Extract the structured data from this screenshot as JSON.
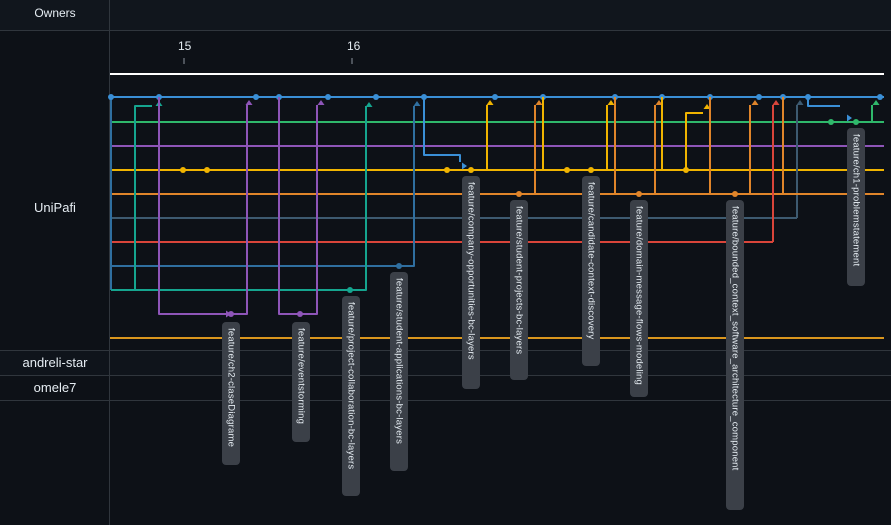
{
  "header": {
    "owners_label": "Owners"
  },
  "timeline": {
    "ticks": [
      "15",
      "16"
    ]
  },
  "owners": [
    {
      "name": "UniPafi"
    },
    {
      "name": "andreli-star"
    },
    {
      "name": "omele7"
    }
  ],
  "colors": {
    "background": "#0d1117",
    "panel": "#11161d",
    "border": "#30363d",
    "main": "#3a8fd6",
    "green": "#2fb86b",
    "purple": "#8e55b8",
    "yellow": "#f0b400",
    "orange": "#e0852a",
    "slate": "#3d5a70",
    "red": "#d9453a",
    "steel": "#2f6fa0",
    "teal": "#15a58f",
    "amber_bottom": "#d9961e",
    "tag": "#3b4048"
  },
  "branches": [
    {
      "label": "feature/ch2-claseDiagrame"
    },
    {
      "label": "feature/eventstorming"
    },
    {
      "label": "feature/project-collaboration-bc-layers"
    },
    {
      "label": "feature/student-applications-bc-layers"
    },
    {
      "label": "feature/company-opportunities-bc-layers"
    },
    {
      "label": "feature/student-projects-bc-layers"
    },
    {
      "label": "feature/candidate-context-discovery"
    },
    {
      "label": "feature/domain-message-flows-modeling"
    },
    {
      "label": "feature/bounded_context_software_architecture_component"
    },
    {
      "label": "feature/ch1-problemstatement"
    }
  ]
}
